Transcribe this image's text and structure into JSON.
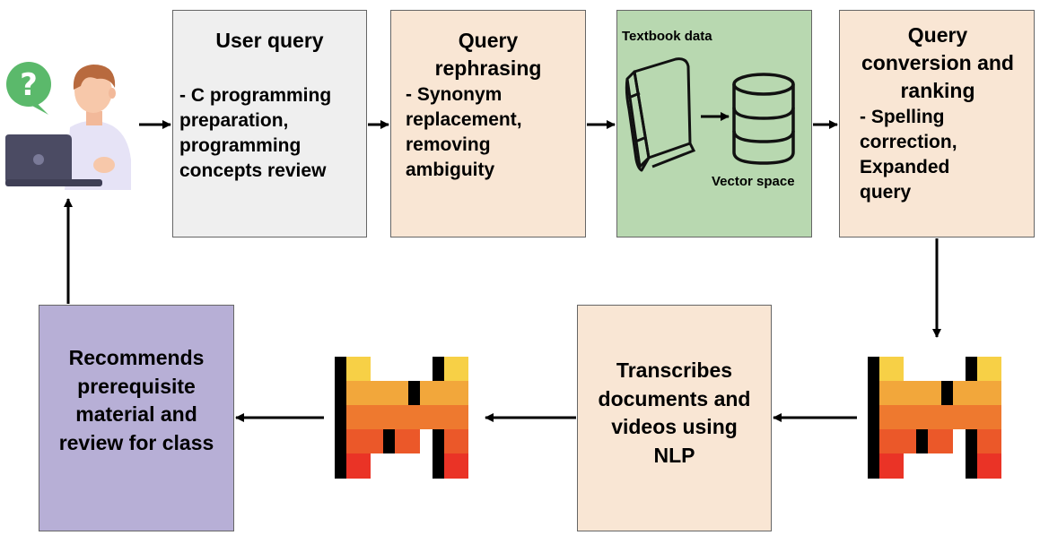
{
  "nodes": {
    "user_query": {
      "title": "User query",
      "body": "- C programming preparation, programming concepts review"
    },
    "query_rephrasing": {
      "title": "Query rephrasing",
      "body": "- Synonym replacement, removing ambiguity"
    },
    "textbook": {
      "label": "Textbook data",
      "vector_label": "Vector space"
    },
    "query_conversion": {
      "title": "Query conversion and ranking",
      "body": "- Spelling correction, Expanded query"
    },
    "transcribes": {
      "title": "Transcribes documents and videos using NLP"
    },
    "recommends": {
      "title": "Recommends prerequisite material and review for class"
    }
  },
  "colors": {
    "user_query_fill": "#efefef",
    "peach_fill": "#f9e6d4",
    "green_fill": "#b8d8b0",
    "purple_fill": "#b7afd6",
    "logo_yellow": "#f7d046",
    "logo_light_orange": "#f2a73b",
    "logo_orange": "#ee792f",
    "logo_dark_orange": "#eb5829",
    "logo_red": "#ea3326"
  },
  "icons": [
    "user-at-laptop-icon",
    "question-bubble-icon",
    "book-icon",
    "database-icon",
    "mistral-logo-icon"
  ]
}
